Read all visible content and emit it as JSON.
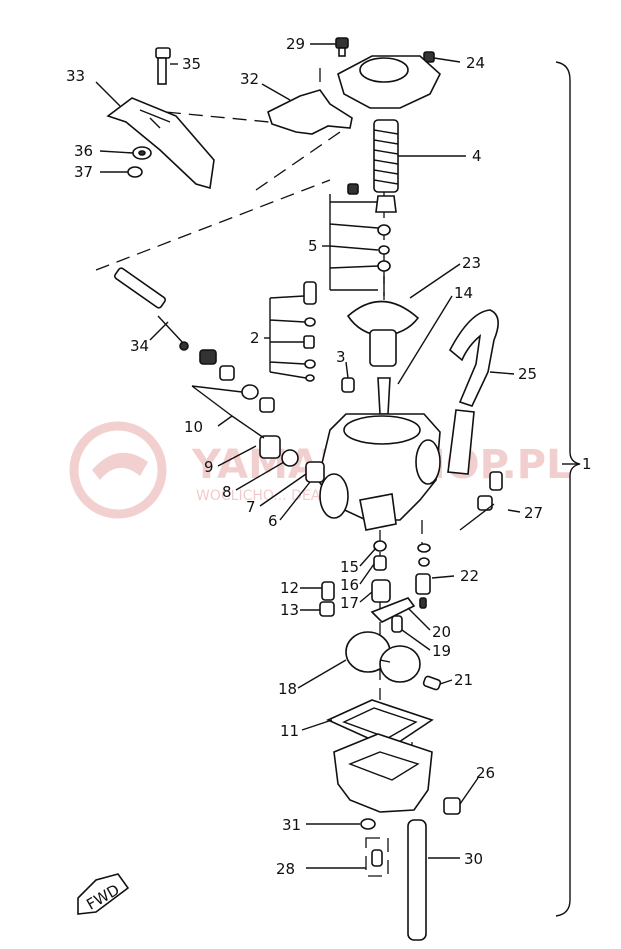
{
  "diagram": {
    "callouts": [
      {
        "id": "c1",
        "text": "1"
      },
      {
        "id": "c2",
        "text": "2"
      },
      {
        "id": "c3",
        "text": "3"
      },
      {
        "id": "c4",
        "text": "4"
      },
      {
        "id": "c5",
        "text": "5"
      },
      {
        "id": "c6",
        "text": "6"
      },
      {
        "id": "c7",
        "text": "7"
      },
      {
        "id": "c8",
        "text": "8"
      },
      {
        "id": "c9",
        "text": "9"
      },
      {
        "id": "c10",
        "text": "10"
      },
      {
        "id": "c11",
        "text": "11"
      },
      {
        "id": "c12",
        "text": "12"
      },
      {
        "id": "c13",
        "text": "13"
      },
      {
        "id": "c14",
        "text": "14"
      },
      {
        "id": "c15",
        "text": "15"
      },
      {
        "id": "c16",
        "text": "16"
      },
      {
        "id": "c17",
        "text": "17"
      },
      {
        "id": "c18",
        "text": "18"
      },
      {
        "id": "c19",
        "text": "19"
      },
      {
        "id": "c20",
        "text": "20"
      },
      {
        "id": "c21",
        "text": "21"
      },
      {
        "id": "c22",
        "text": "22"
      },
      {
        "id": "c23",
        "text": "23"
      },
      {
        "id": "c24",
        "text": "24"
      },
      {
        "id": "c25",
        "text": "25"
      },
      {
        "id": "c26",
        "text": "26"
      },
      {
        "id": "c27",
        "text": "27"
      },
      {
        "id": "c28",
        "text": "28"
      },
      {
        "id": "c29",
        "text": "29"
      },
      {
        "id": "c30",
        "text": "30"
      },
      {
        "id": "c31",
        "text": "31"
      },
      {
        "id": "c32",
        "text": "32"
      },
      {
        "id": "c33",
        "text": "33"
      },
      {
        "id": "c34",
        "text": "34"
      },
      {
        "id": "c35",
        "text": "35"
      },
      {
        "id": "c36",
        "text": "36"
      },
      {
        "id": "c37",
        "text": "37"
      }
    ],
    "fwd_label": "FWD",
    "watermark": {
      "brand": "YAMAHASHOP.PL",
      "tagline": "WOCLICHO... DEALER YAMAHA",
      "color": "#e9a9a9"
    }
  }
}
